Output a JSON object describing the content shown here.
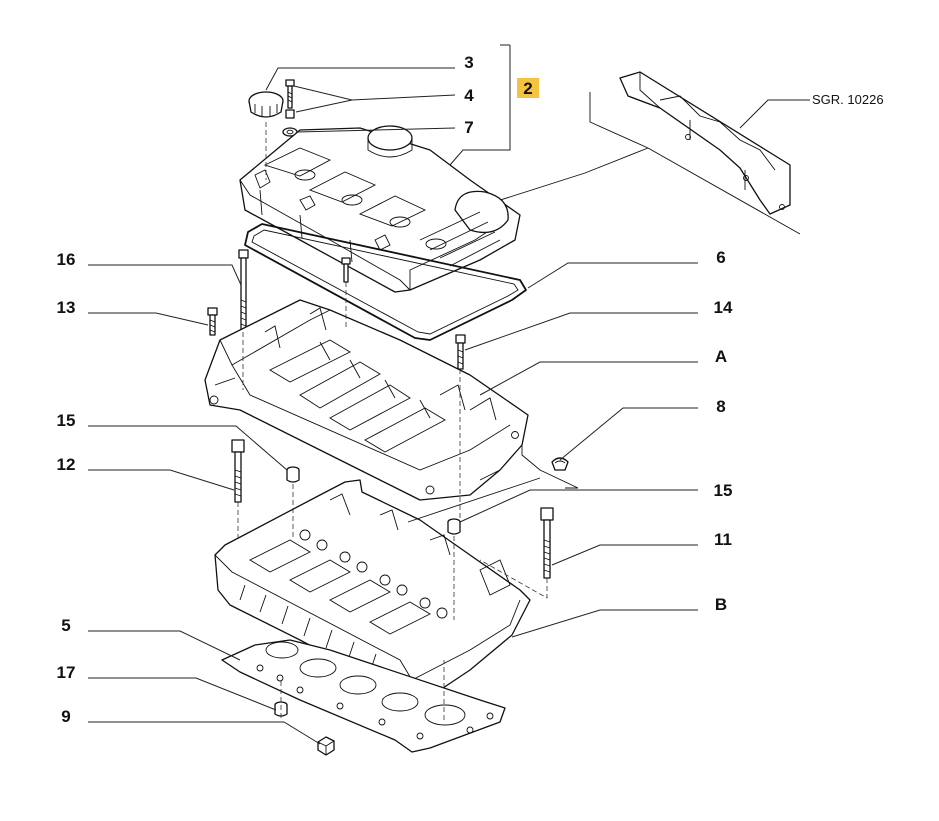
{
  "diagram": {
    "highlight_color": "#f5c242",
    "assembly_group": {
      "number": "2"
    },
    "reference": {
      "text": "SGR. 10226"
    },
    "callouts": [
      {
        "id": "c3",
        "label": "3"
      },
      {
        "id": "c4",
        "label": "4"
      },
      {
        "id": "c7",
        "label": "7"
      },
      {
        "id": "c16",
        "label": "16"
      },
      {
        "id": "c6",
        "label": "6"
      },
      {
        "id": "c13",
        "label": "13"
      },
      {
        "id": "c14",
        "label": "14"
      },
      {
        "id": "cA",
        "label": "A"
      },
      {
        "id": "c15a",
        "label": "15"
      },
      {
        "id": "c8",
        "label": "8"
      },
      {
        "id": "c12",
        "label": "12"
      },
      {
        "id": "c15b",
        "label": "15"
      },
      {
        "id": "c11",
        "label": "11"
      },
      {
        "id": "cB",
        "label": "B"
      },
      {
        "id": "c5",
        "label": "5"
      },
      {
        "id": "c17",
        "label": "17"
      },
      {
        "id": "c9",
        "label": "9"
      }
    ]
  }
}
